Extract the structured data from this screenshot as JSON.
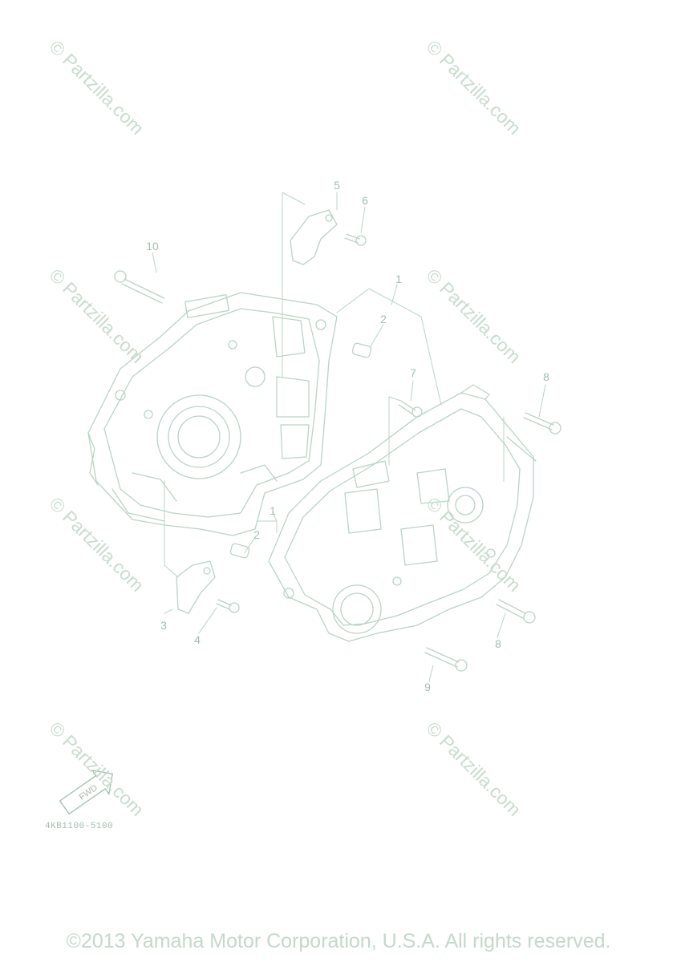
{
  "watermark": {
    "text": "© Partzilla.com",
    "color": "#c8dccd"
  },
  "callouts": {
    "c1_upper": "1",
    "c1_lower": "1",
    "c2_upper": "2",
    "c2_lower": "2",
    "c3": "3",
    "c4": "4",
    "c5": "5",
    "c6": "6",
    "c7": "7",
    "c8_upper": "8",
    "c8_lower": "8",
    "c9": "9",
    "c10": "10"
  },
  "fwd_label": "FWD",
  "part_code": "4KB1100-5100",
  "copyright": "©2013 Yamaha Motor Corporation, U.S.A. All rights reserved.",
  "colors": {
    "line": "#b9d4c4",
    "text": "#9fc0ad"
  },
  "icons": {
    "fwd_arrow": "fwd-arrow-icon"
  }
}
